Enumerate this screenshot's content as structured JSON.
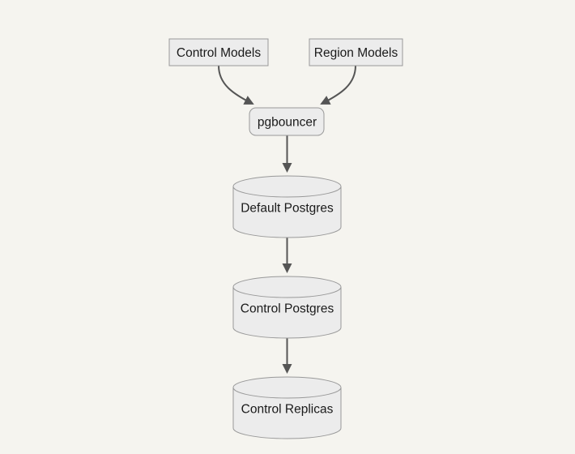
{
  "diagram": {
    "type": "flowchart",
    "direction": "top-down",
    "nodes": [
      {
        "id": "control-models",
        "label": "Control Models",
        "shape": "rectangle"
      },
      {
        "id": "region-models",
        "label": "Region Models",
        "shape": "rectangle"
      },
      {
        "id": "pgbouncer",
        "label": "pgbouncer",
        "shape": "rounded-rectangle"
      },
      {
        "id": "default-postgres",
        "label": "Default Postgres",
        "shape": "cylinder"
      },
      {
        "id": "control-postgres",
        "label": "Control Postgres",
        "shape": "cylinder"
      },
      {
        "id": "control-replicas",
        "label": "Control Replicas",
        "shape": "cylinder"
      }
    ],
    "edges": [
      {
        "from": "control-models",
        "to": "pgbouncer"
      },
      {
        "from": "region-models",
        "to": "pgbouncer"
      },
      {
        "from": "pgbouncer",
        "to": "default-postgres"
      },
      {
        "from": "default-postgres",
        "to": "control-postgres"
      },
      {
        "from": "control-postgres",
        "to": "control-replicas"
      }
    ],
    "colors": {
      "background": "#f5f4ef",
      "node_fill": "#ececec",
      "node_border": "#999999",
      "edge": "#555555",
      "text": "#1a1a1a"
    }
  }
}
